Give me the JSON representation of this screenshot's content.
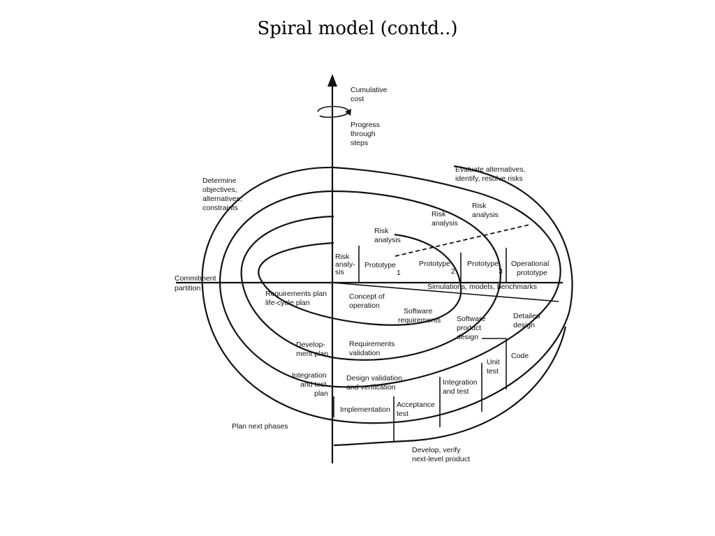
{
  "title": "Spiral model (contd..)",
  "axis": {
    "cumulative_cost": [
      "Cumulative",
      "cost"
    ],
    "progress": [
      "Progress",
      "through",
      "steps"
    ],
    "commitment": [
      "Commitment",
      "partition"
    ]
  },
  "quadrants": {
    "determine": [
      "Determine",
      "objectives,",
      "alternatives,",
      "constraints"
    ],
    "evaluate": [
      "Evaluate alternatives,",
      "identify, resolve risks"
    ],
    "plan_next": "Plan next phases",
    "develop": [
      "Develop, verify",
      "next-level product"
    ]
  },
  "risk_analysis": {
    "r1": [
      "Risk",
      "analy-",
      "sis"
    ],
    "r2": [
      "Risk",
      "analysis"
    ],
    "r3": [
      "Risk",
      "analysis"
    ],
    "r4": [
      "Risk",
      "analysis"
    ]
  },
  "prototypes": {
    "p1": "Prototype",
    "p1_num": "1",
    "p2": "Prototype",
    "p2_num": "2",
    "p3": "Prototype",
    "p3_num": "3",
    "operational": [
      "Operational",
      "prototype"
    ]
  },
  "simulations": "Simulations, models, benchmarks",
  "plans": {
    "requirements": [
      "Requirements plan",
      "life-cycle plan"
    ],
    "development": [
      "Develop-",
      "ment plan"
    ],
    "integration": [
      "Integration",
      "and test",
      "plan"
    ]
  },
  "phases": {
    "concept": [
      "Concept of",
      "operation"
    ],
    "software_requirements": [
      "Software",
      "requirements"
    ],
    "requirements_validation": [
      "Requirements",
      "validation"
    ],
    "software_product_design": [
      "Software",
      "product",
      "design"
    ],
    "design_validation": [
      "Design validation",
      "and verification"
    ],
    "detailed_design": [
      "Detailed",
      "design"
    ],
    "code": "Code",
    "unit_test": [
      "Unit",
      "test"
    ],
    "integration_test": [
      "Integration",
      "and test"
    ],
    "acceptance_test": [
      "Acceptance",
      "test"
    ],
    "implementation": "Implementation"
  }
}
